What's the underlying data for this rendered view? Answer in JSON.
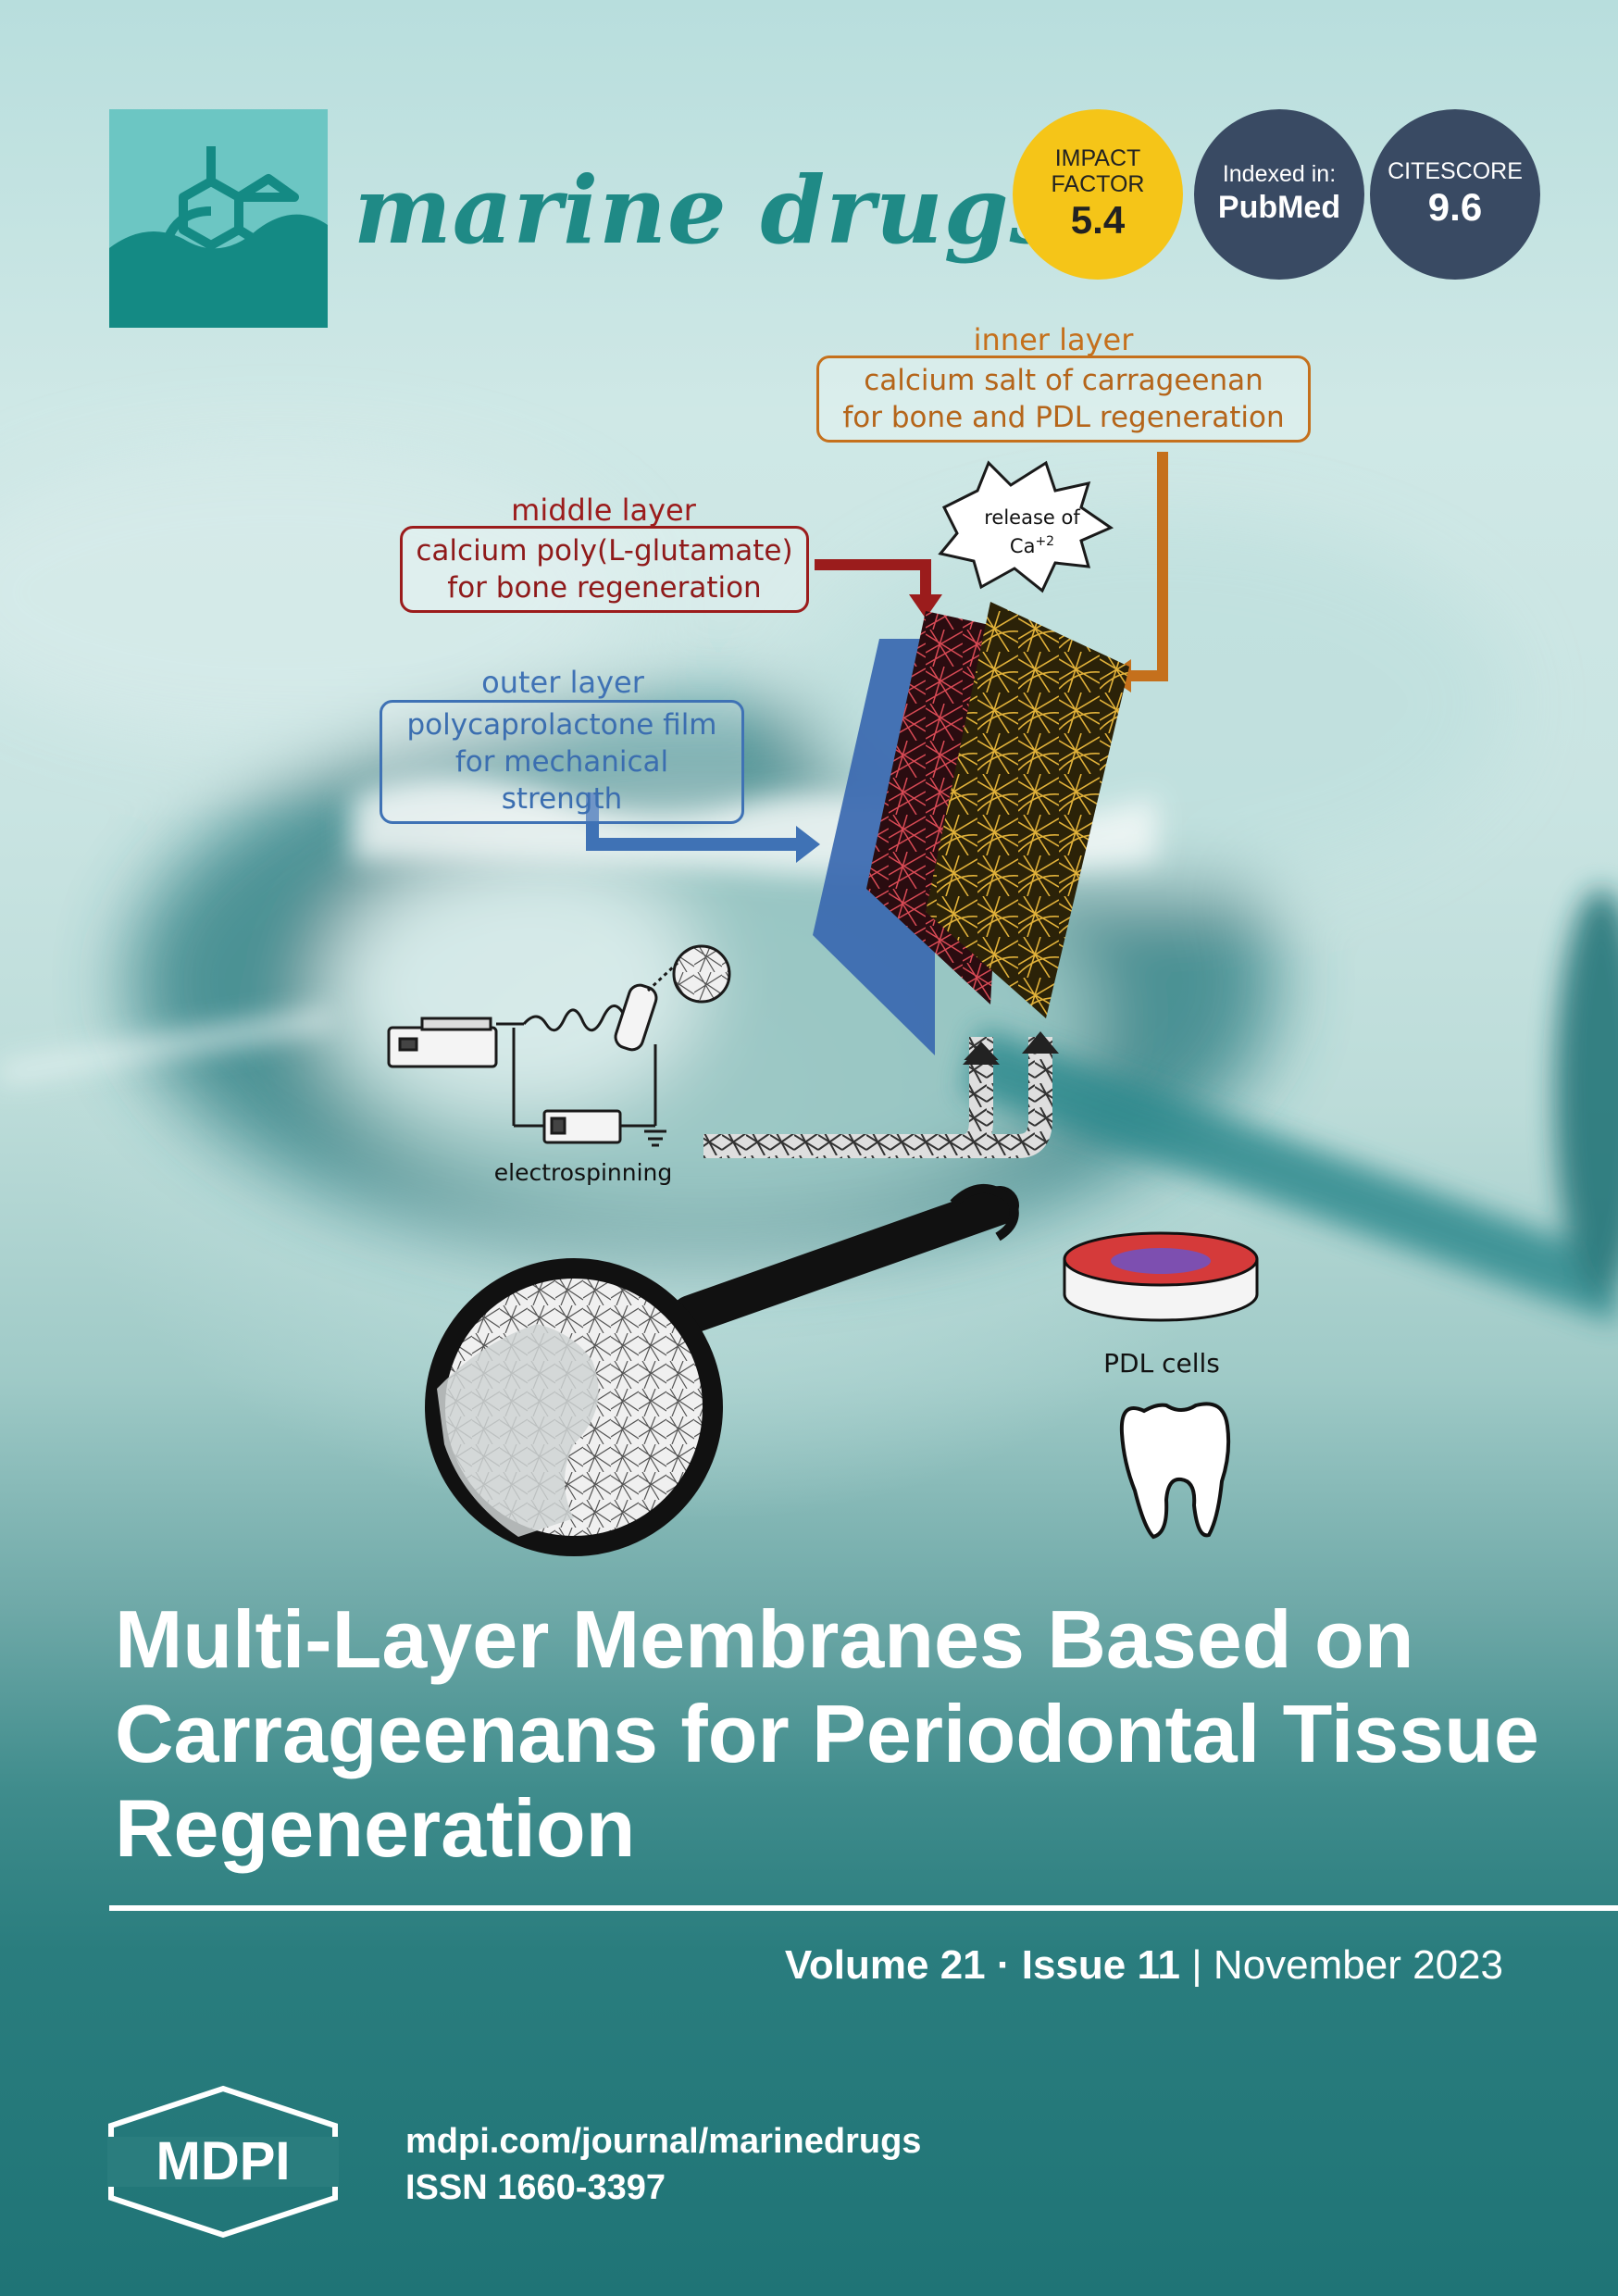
{
  "journal": {
    "name": "marine drugs"
  },
  "badges": {
    "impact": {
      "label_line1": "IMPACT",
      "label_line2": "FACTOR",
      "value": "5.4"
    },
    "indexed": {
      "label": "Indexed in:",
      "value": "PubMed"
    },
    "citescore": {
      "label": "CITESCORE",
      "value": "9.6"
    }
  },
  "figure": {
    "inner_layer": {
      "heading": "inner layer",
      "line1": "calcium salt of carrageenan",
      "line2": "for bone and PDL regeneration"
    },
    "middle_layer": {
      "heading": "middle layer",
      "line1": "calcium poly(L-glutamate)",
      "line2": "for bone regeneration"
    },
    "outer_layer": {
      "heading": "outer layer",
      "line1": "polycaprolactone film",
      "line2": "for mechanical strength"
    },
    "release_line1": "release of",
    "release_line2": "Ca",
    "release_sup": "+2",
    "electrospinning": "electrospinning",
    "pdl_cells": "PDL cells"
  },
  "article": {
    "title": "Multi-Layer Membranes Based on Carrageenans for Periodontal Tissue Regeneration"
  },
  "issue": {
    "volume": "Volume 21",
    "separator": " · ",
    "issue": "Issue 11",
    "divider": " | ",
    "date": "November 2023"
  },
  "publisher": {
    "logo": "MDPI",
    "url": "mdpi.com/journal/marinedrugs",
    "issn": "ISSN 1660-3397"
  },
  "colors": {
    "teal": "#1f8a86",
    "impact_yellow": "#f5c518",
    "badge_navy": "#394a63",
    "inner": "#c5701c",
    "middle": "#9b1c1c",
    "outer": "#3f72b5"
  }
}
